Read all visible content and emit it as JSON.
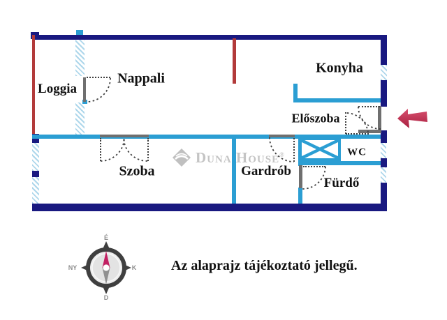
{
  "rooms": {
    "loggia": "Loggia",
    "nappali": "Nappali",
    "konyha": "Konyha",
    "eloszoba": "Előszoba",
    "wc": "WC",
    "szoba": "Szoba",
    "gardrob": "Gardrób",
    "furdo": "Fürdő"
  },
  "watermark": {
    "brand": "Duna House",
    "registered": "®"
  },
  "compass": {
    "north": "É",
    "east": "K",
    "south": "D",
    "west": "NY"
  },
  "disclaimer": "Az alaprajz tájékoztató jellegű.",
  "colors": {
    "wall": "#191980",
    "partition": "#2b9ed3",
    "accent-red": "#b23a3a",
    "arrow": "#c62f55",
    "door": "#6f6f6f",
    "dotted": "#3f3f3f",
    "label": "#111111",
    "watermark": "#c4c4c4",
    "compass-ring": "#3f3f3f",
    "compass-needle": "#c32063",
    "compass-gray": "#909090",
    "compass-label": "#8d8d8d",
    "window-stripe": "#aed7eb"
  }
}
